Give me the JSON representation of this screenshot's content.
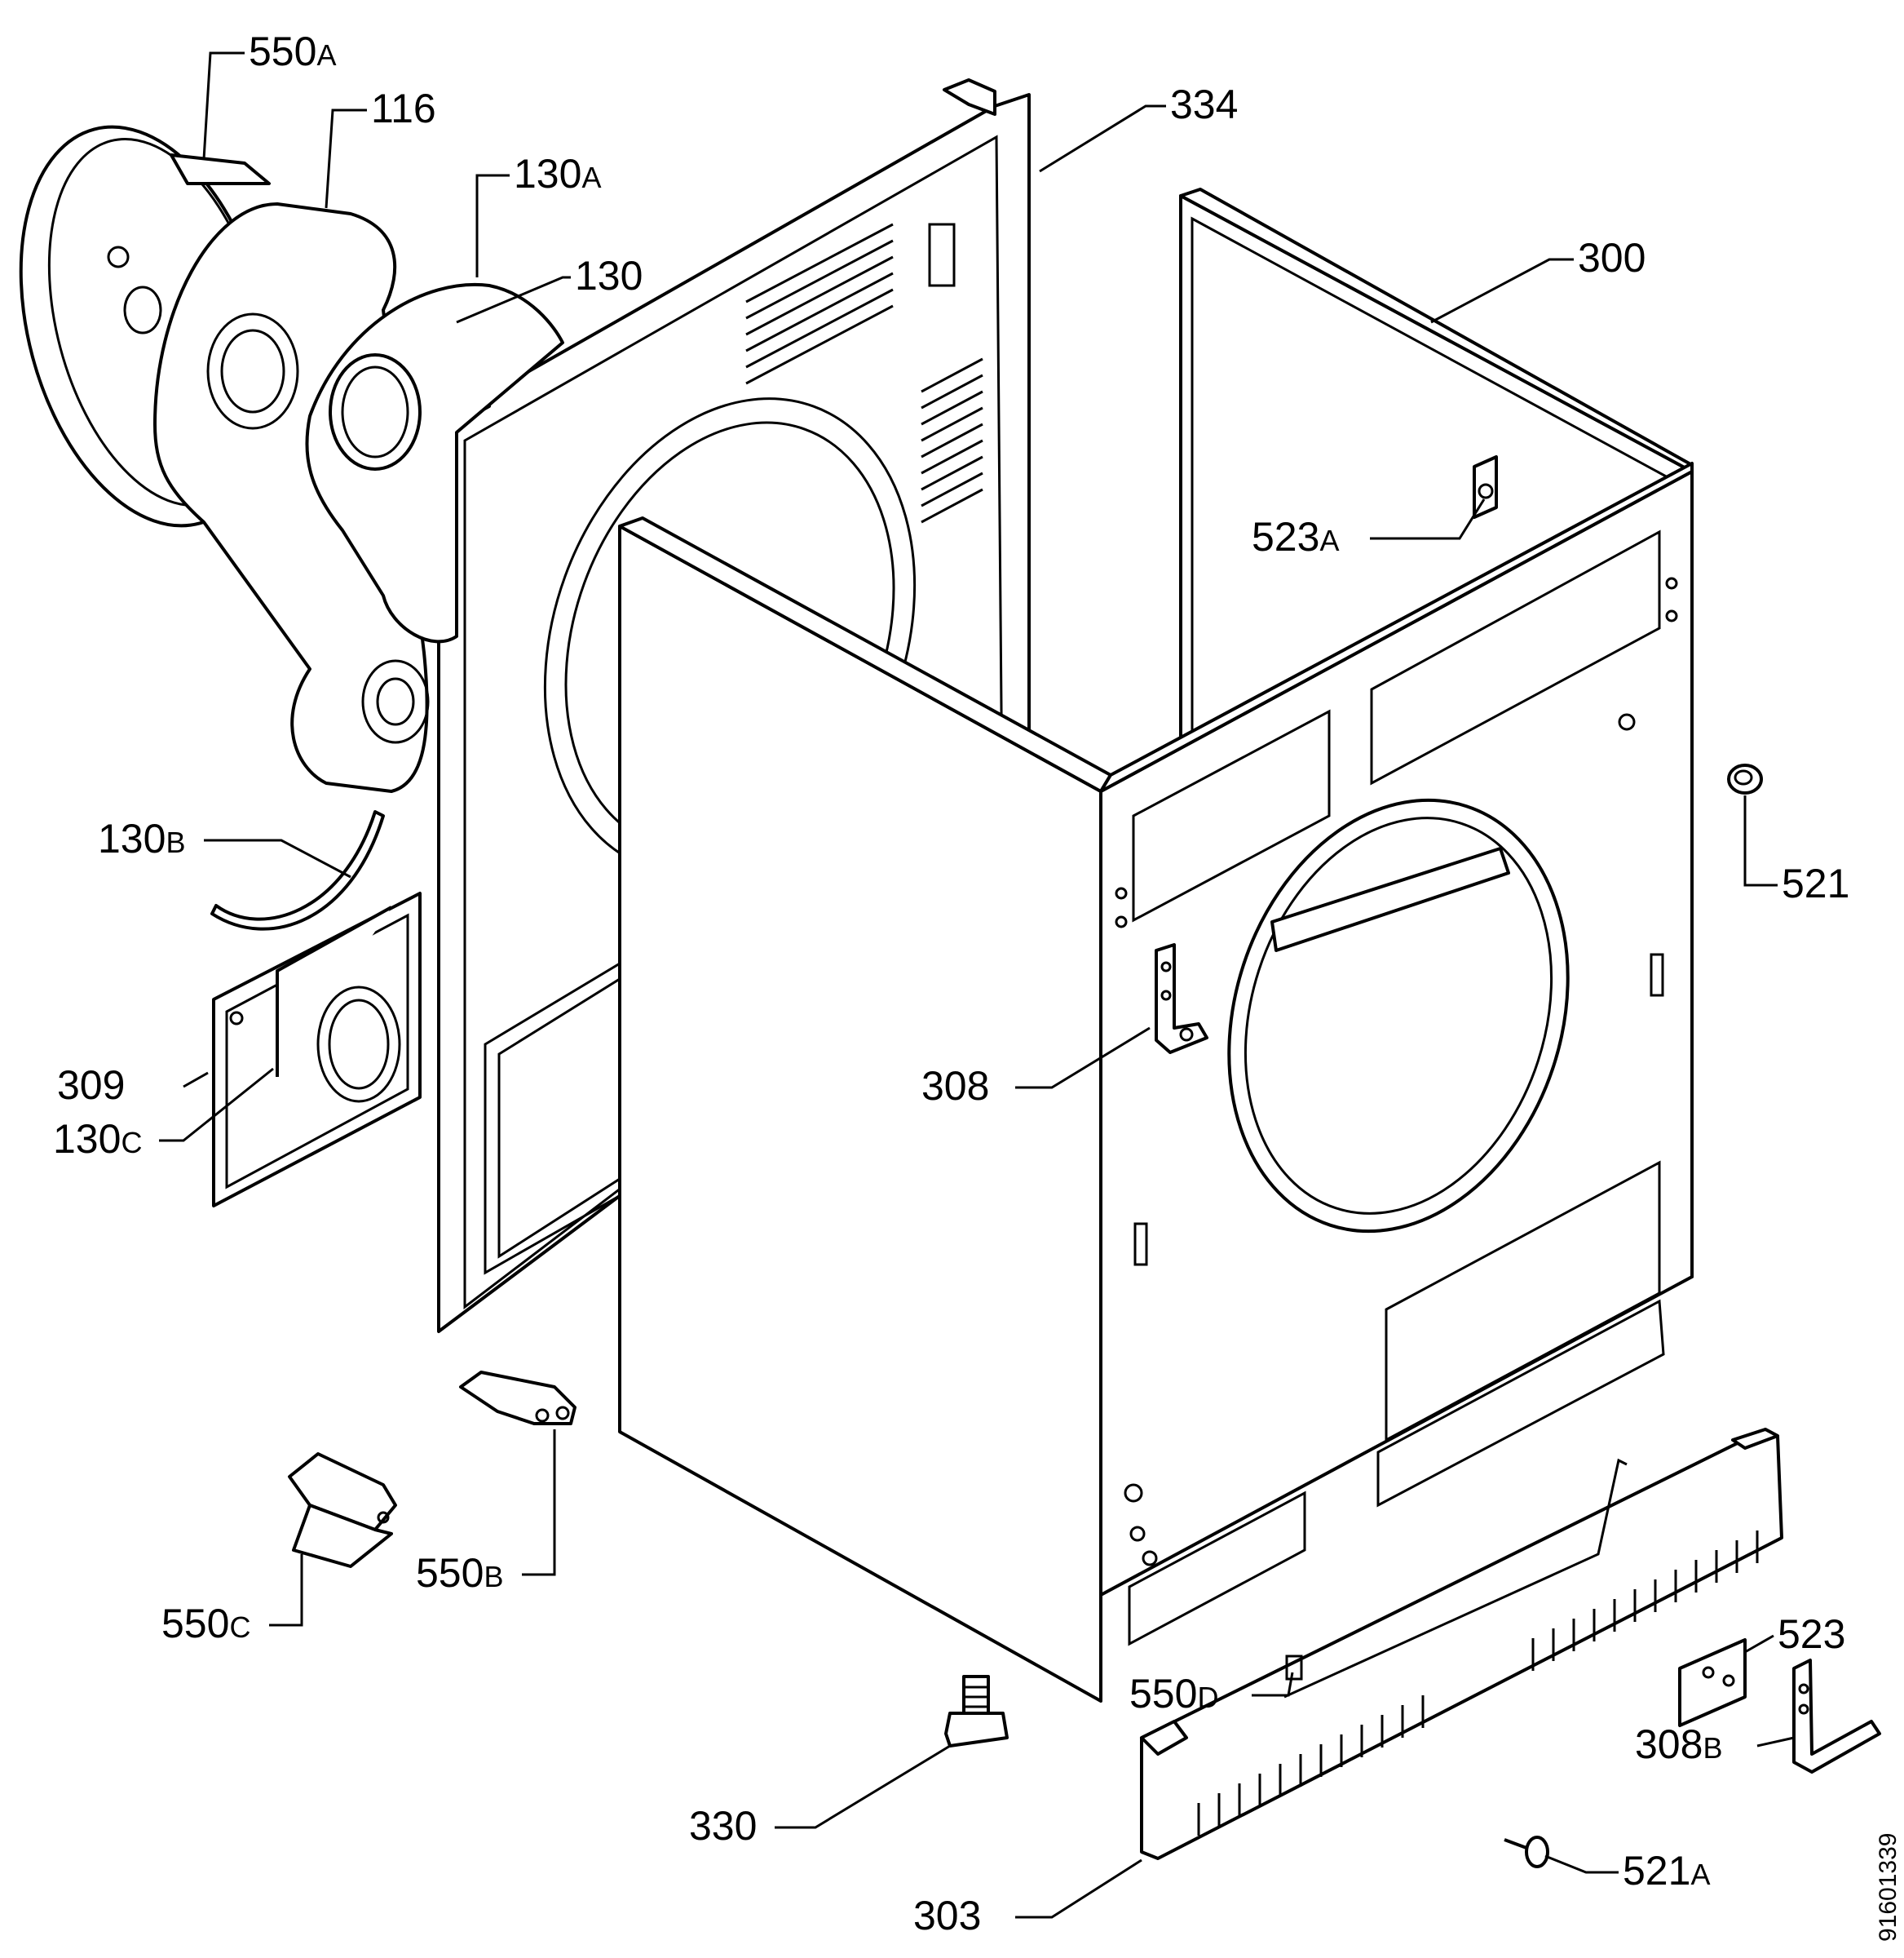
{
  "diagram": {
    "document_number": "91601339",
    "callouts": [
      {
        "id": "550a",
        "num": "550",
        "suffix": "A"
      },
      {
        "id": "116",
        "num": "116",
        "suffix": ""
      },
      {
        "id": "130a",
        "num": "130",
        "suffix": "A"
      },
      {
        "id": "130",
        "num": "130",
        "suffix": ""
      },
      {
        "id": "334",
        "num": "334",
        "suffix": ""
      },
      {
        "id": "300",
        "num": "300",
        "suffix": ""
      },
      {
        "id": "523a",
        "num": "523",
        "suffix": "A"
      },
      {
        "id": "521",
        "num": "521",
        "suffix": ""
      },
      {
        "id": "130b",
        "num": "130",
        "suffix": "B"
      },
      {
        "id": "309",
        "num": "309",
        "suffix": ""
      },
      {
        "id": "130c",
        "num": "130",
        "suffix": "C"
      },
      {
        "id": "308",
        "num": "308",
        "suffix": ""
      },
      {
        "id": "550b",
        "num": "550",
        "suffix": "B"
      },
      {
        "id": "550c",
        "num": "550",
        "suffix": "C"
      },
      {
        "id": "550d",
        "num": "550",
        "suffix": "D"
      },
      {
        "id": "523",
        "num": "523",
        "suffix": ""
      },
      {
        "id": "308b",
        "num": "308",
        "suffix": "B"
      },
      {
        "id": "330",
        "num": "330",
        "suffix": ""
      },
      {
        "id": "521a",
        "num": "521",
        "suffix": "A"
      },
      {
        "id": "303",
        "num": "303",
        "suffix": ""
      }
    ]
  }
}
